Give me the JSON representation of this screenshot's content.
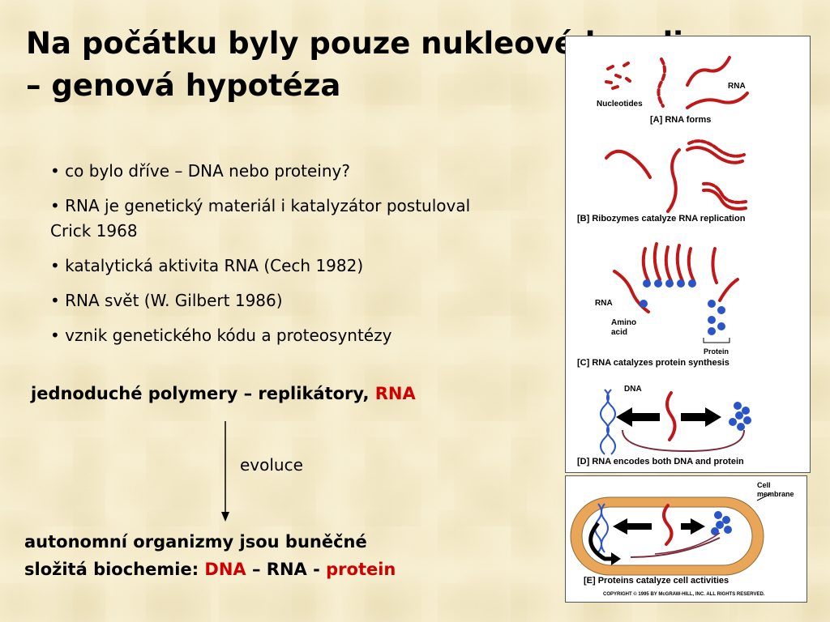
{
  "title_line1": "Na počátku byly pouze nukleové kyseliny",
  "title_line2": "– genová hypotéza",
  "bullets": [
    "• co bylo dříve – DNA nebo proteiny?",
    "• RNA je genetický materiál i katalyzátor postuloval Crick 1968",
    "• katalytická aktivita RNA (Cech 1982)",
    "• RNA svět (W. Gilbert 1986)",
    "• vznik genetického kódu a proteosyntézy"
  ],
  "line1_prefix": "jednoduché polymery – replikátory, ",
  "line1_rna": "RNA",
  "evolution_label": "evoluce",
  "bottom_line1": "autonomní organizmy jsou buněčné",
  "bottom_line2_prefix": "složitá biochemie: ",
  "bottom_dna": "DNA",
  "bottom_mid": " – RNA - ",
  "bottom_protein": "protein",
  "figure": {
    "label_nucleotides": "Nucleotides",
    "label_rna": "RNA",
    "caption_a": "[A]  RNA forms",
    "caption_b": "[B]  Ribozymes catalyze RNA replication",
    "label_rna2": "RNA",
    "label_amino": "Amino",
    "label_acid": "acid",
    "label_protein": "Protein",
    "caption_c": "[C]  RNA catalyzes protein synthesis",
    "label_dna": "DNA",
    "caption_d": "[D]  RNA encodes both DNA and protein",
    "label_cell1": "Cell",
    "label_cell2": "membrane",
    "caption_e": "[E]  Proteins catalyze cell activities",
    "copyright": "COPYRIGHT © 1995 BY McGRAW-HILL, INC. ALL RIGHTS RESERVED."
  },
  "colors": {
    "text": "#000000",
    "accent_red": "#d00000",
    "rna_strand": "#c01818",
    "protein_bead": "#2a55c8",
    "membrane": "#e9a659"
  }
}
